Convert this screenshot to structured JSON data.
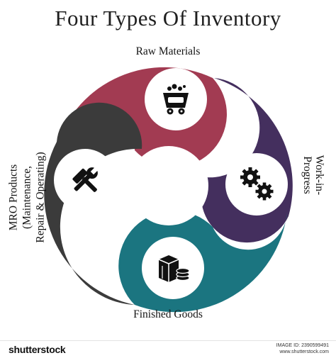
{
  "title": "Four Types Of Inventory",
  "segments": [
    {
      "id": "raw",
      "label": "Raw Materials",
      "color": "#a23b52",
      "icon": "mine-cart-icon"
    },
    {
      "id": "wip",
      "label_lines": [
        "Work-in-",
        "Progress"
      ],
      "color": "#442f5e",
      "icon": "gears-icon"
    },
    {
      "id": "finished",
      "label": "Finished Goods",
      "color": "#1b7580",
      "icon": "boxes-coins-icon"
    },
    {
      "id": "mro",
      "label_lines": [
        "MRO Products",
        "(Maintenance,",
        "Repair & Operating)"
      ],
      "color": "#3b3b3b",
      "icon": "hammer-wrench-icon"
    }
  ],
  "footer": {
    "brand": "shutterstock",
    "image_id_line1": "IMAGE ID: 2390599491",
    "image_id_line2": "www.shutterstock.com"
  }
}
